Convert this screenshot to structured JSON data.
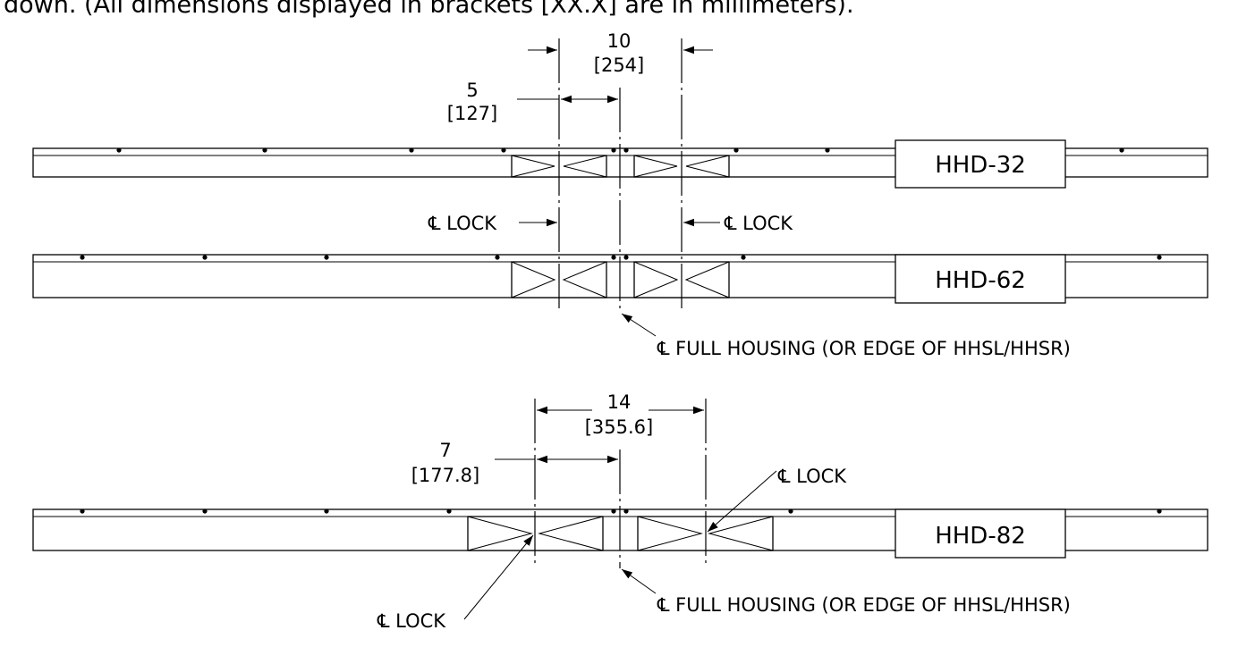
{
  "header_text": "down.  (All dimensions displayed in brackets [XX.X] are in millimeters).",
  "rails": [
    {
      "model_label": "HHD-32"
    },
    {
      "model_label": "HHD-62"
    },
    {
      "model_label": "HHD-82"
    }
  ],
  "top_group": {
    "dim_total": {
      "value": "10",
      "metric": "[254]"
    },
    "dim_half": {
      "value": "5",
      "metric": "[127]"
    },
    "lock_label_left": "℄ LOCK",
    "lock_label_right": "℄ LOCK",
    "housing_label": "℄ FULL HOUSING (OR EDGE OF HHSL/HHSR)"
  },
  "bottom_group": {
    "dim_total": {
      "value": "14",
      "metric": "[355.6]"
    },
    "dim_half": {
      "value": "7",
      "metric": "[177.8]"
    },
    "lock_label_upper": "℄ LOCK",
    "lock_label_lower": "℄ LOCK",
    "housing_label": "℄ FULL HOUSING (OR EDGE OF HHSL/HHSR)"
  }
}
